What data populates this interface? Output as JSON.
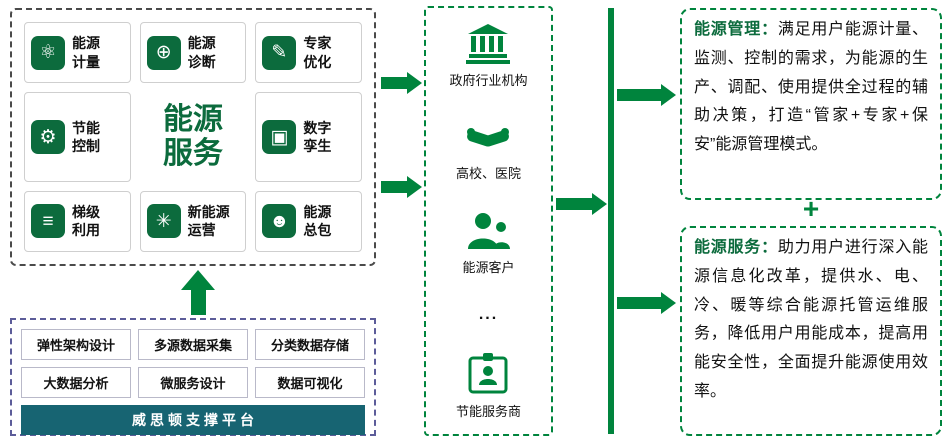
{
  "colors": {
    "green": "#00843d",
    "dark_green": "#0c6b3d",
    "platform_bar_teal": "#176472",
    "matrix_border": "#4a4a4a",
    "platform_border": "#5c5c99"
  },
  "service_matrix": {
    "center": [
      "能源",
      "服务"
    ],
    "items": [
      {
        "name": "energy-metering",
        "icon": "atom-icon",
        "glyph": "⚛",
        "lines": [
          "能源",
          "计量"
        ]
      },
      {
        "name": "energy-diagnosis",
        "icon": "globe-scan-icon",
        "glyph": "⊕",
        "lines": [
          "能源",
          "诊断"
        ]
      },
      {
        "name": "expert-optimization",
        "icon": "expert-desk-icon",
        "glyph": "✎",
        "lines": [
          "专家",
          "优化"
        ]
      },
      {
        "name": "energy-saving-control",
        "icon": "control-gear-icon",
        "glyph": "⚙",
        "lines": [
          "节能",
          "控制"
        ]
      },
      {
        "name": "digital-twin",
        "icon": "twin-screens-icon",
        "glyph": "▣",
        "lines": [
          "数字",
          "孪生"
        ]
      },
      {
        "name": "cascade-utilization",
        "icon": "cascade-levels-icon",
        "glyph": "≡",
        "lines": [
          "梯级",
          "利用"
        ]
      },
      {
        "name": "new-energy-operation",
        "icon": "windmill-icon",
        "glyph": "✳",
        "lines": [
          "新能源",
          "运营"
        ]
      },
      {
        "name": "energy-epc",
        "icon": "person-icon",
        "glyph": "☻",
        "lines": [
          "能源",
          "总包"
        ]
      }
    ]
  },
  "platform": {
    "tags": [
      "弹性架构设计",
      "多源数据采集",
      "分类数据存储",
      "大数据分析",
      "微服务设计",
      "数据可视化"
    ],
    "bar_label": "威思顿支撑平台"
  },
  "customers": {
    "items": [
      {
        "label": "政府行业机构",
        "icon": "government-building-icon"
      },
      {
        "label": "高校、医院",
        "icon": "handshake-icon"
      },
      {
        "label": "能源客户",
        "icon": "customers-icon"
      },
      {
        "label": "节能服务商",
        "icon": "service-provider-badge-icon"
      }
    ],
    "ellipsis": "..."
  },
  "right": {
    "management": {
      "title": "能源管理：",
      "body": "满足用户能源计量、监测、控制的需求，为能源的生产、调配、使用提供全过程的辅助决策，打造“管家+专家+保安”能源管理模式。"
    },
    "plus": "+",
    "service": {
      "title": "能源服务：",
      "body": "助力用户进行深入能源信息化改革，提供水、电、冷、暖等综合能源托管运维服务，降低用户用能成本，提高用能安全性，全面提升能源使用效率。"
    }
  }
}
